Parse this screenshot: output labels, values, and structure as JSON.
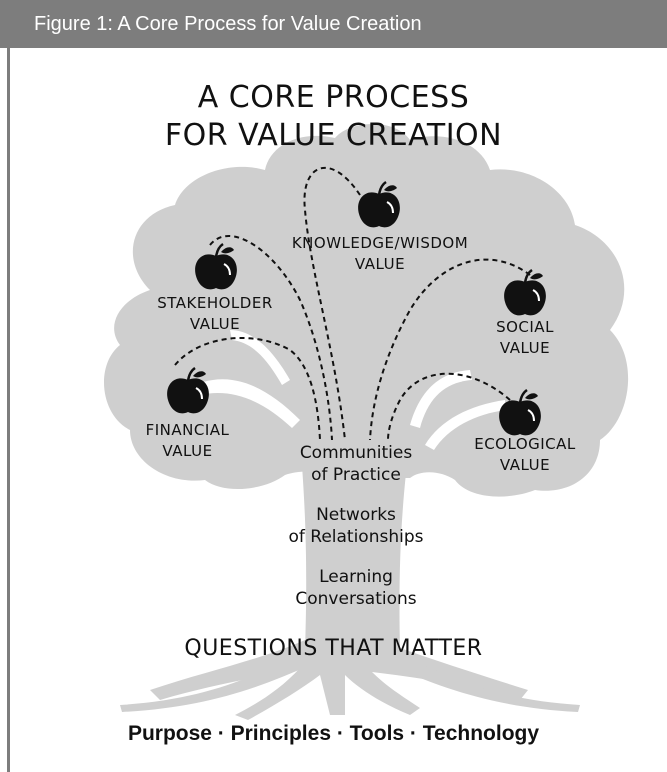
{
  "figure_caption": "Figure 1: A Core Process for Value Creation",
  "title": {
    "line1": "A CORE PROCESS",
    "line2": "FOR VALUE CREATION"
  },
  "values": {
    "knowledge": "KNOWLEDGE/WISDOM\nVALUE",
    "stakeholder": "STAKEHOLDER\nVALUE",
    "social": "SOCIAL\nVALUE",
    "financial": "FINANCIAL\nVALUE",
    "ecological": "ECOLOGICAL\nVALUE"
  },
  "trunk": {
    "communities": "Communities\nof Practice",
    "networks": "Networks\nof Relationships",
    "learning": "Learning\nConversations"
  },
  "roots_label": "QUESTIONS THAT MATTER",
  "footer": "Purpose · Principles · Tools · Technology",
  "colors": {
    "header_bg": "#7d7d7d",
    "tree_fill": "#cfcfcf",
    "ink": "#111111"
  },
  "icons": [
    "apple-icon"
  ]
}
